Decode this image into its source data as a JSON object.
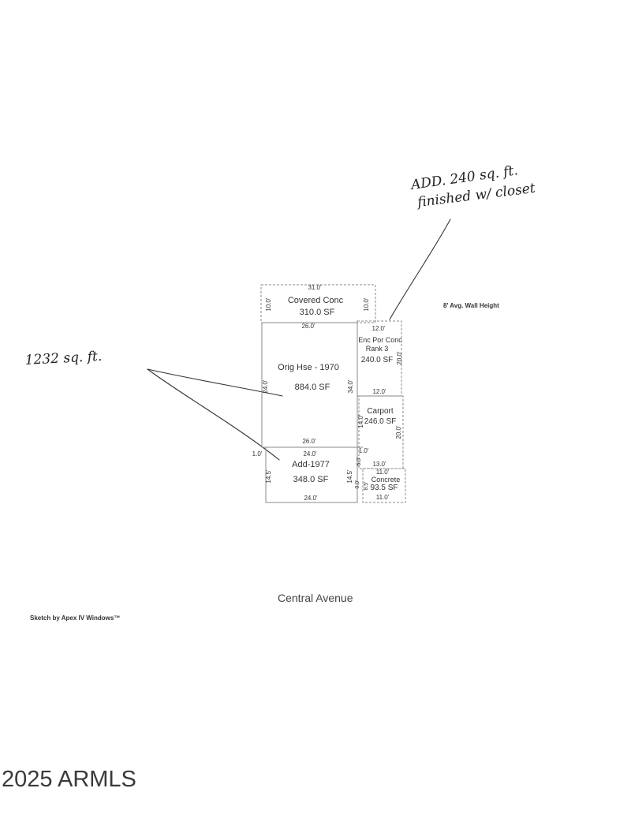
{
  "annotations": {
    "add_note_line1": "ADD. 240 sq. ft.",
    "add_note_line2": "finished w/ closet",
    "total_note": "1232 sq. ft."
  },
  "sketch": {
    "wall_height_note": "8' Avg. Wall Height",
    "road_label": "Central Avenue",
    "credit": "Sketch by Apex IV Windows™",
    "areas": {
      "covered_conc": {
        "name": "Covered Conc",
        "area": "310.0 SF",
        "dim_top": "31.0'",
        "dim_left": "10.0'",
        "dim_right": "10.0'"
      },
      "orig_hse": {
        "name": "Orig Hse - 1970",
        "area": "884.0 SF",
        "dim_top": "26.0'",
        "dim_left": "24.0'",
        "dim_right": "34.0'",
        "dim_bottom": "26.0'"
      },
      "enc_por": {
        "name": "Enc Por Conc",
        "name2": "Rank 3",
        "area": "240.0 SF",
        "dim_top": "12.0'",
        "dim_right": "20.0'",
        "dim_bottom": "12.0'"
      },
      "carport": {
        "name": "Carport",
        "area": "246.0 SF",
        "dim_left": "14.0'",
        "dim_right": "20.0'",
        "dim_bottom": "13.0'",
        "dim_tick": "1.0'"
      },
      "add_1977": {
        "name": "Add-1977",
        "area": "348.0 SF",
        "dim_top": "24.0'",
        "dim_left": "14.5'",
        "dim_right": "14.5'",
        "dim_bottom": "24.0'",
        "dim_offset": "1.0'"
      },
      "concrete": {
        "name": "Concrete",
        "area": "93.5 SF",
        "dim_top": "11.0'",
        "dim_bottom": "11.0'",
        "dim_left": "8.5'",
        "dim_side": "6.0'",
        "dim_small": "0.0'"
      }
    }
  },
  "copyright": "2025 ARMLS"
}
